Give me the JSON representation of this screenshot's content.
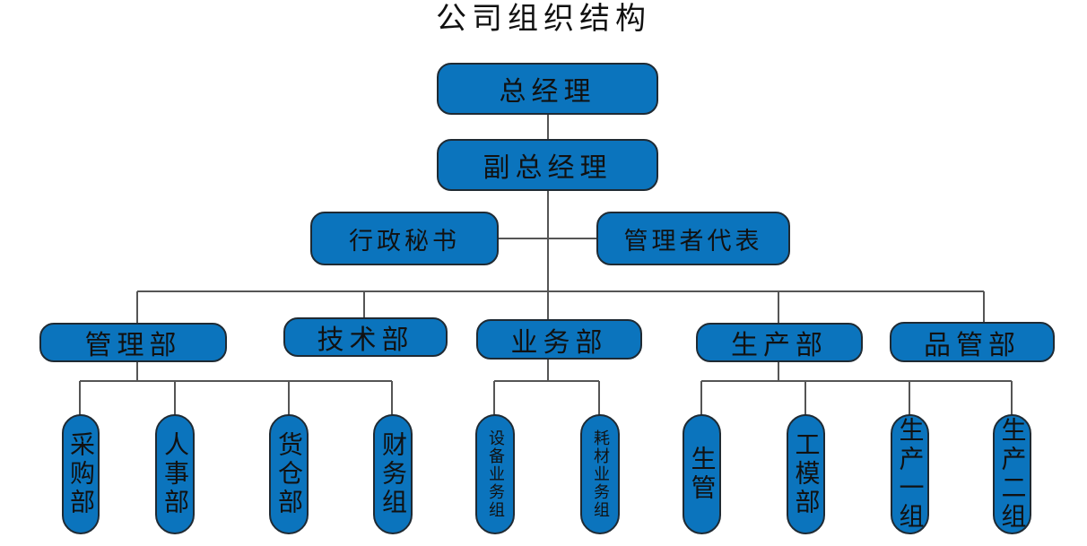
{
  "title": "公司组织结构",
  "nodes": {
    "gm": "总经理",
    "deputy_gm": "副总经理",
    "admin_secretary": "行政秘书",
    "mgmt_rep": "管理者代表",
    "mgmt_dept": "管理部",
    "tech_dept": "技术部",
    "biz_dept": "业务部",
    "prod_dept": "生产部",
    "qc_dept": "品管部",
    "procurement": "采购部",
    "hr": "人事部",
    "warehouse": "货仓部",
    "finance": "财务组",
    "equipment_biz": "设备业务组",
    "consumables_biz": "耗材业务组",
    "prod_mgmt": "生管",
    "tooling": "工模部",
    "prod_group1": "生产一组",
    "prod_group2": "生产二组"
  }
}
